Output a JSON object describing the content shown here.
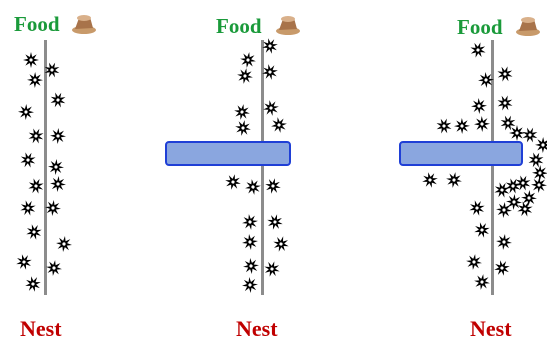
{
  "labels": {
    "food": "Food",
    "nest": "Nest"
  },
  "colors": {
    "food_text": "#1a9a3a",
    "nest_text": "#c00000",
    "trail": "#8c8c8c",
    "obstacle_fill": "#8aa6df",
    "obstacle_border": "#1f3fd6",
    "ant": "#000000"
  },
  "icons": {
    "food": "food-pile-icon",
    "ant": "ant-icon"
  },
  "panels": [
    {
      "name": "panel-before-obstacle",
      "has_obstacle": false
    },
    {
      "name": "panel-obstacle-placed",
      "has_obstacle": true
    },
    {
      "name": "panel-ants-bypass-obstacle",
      "has_obstacle": true
    }
  ]
}
